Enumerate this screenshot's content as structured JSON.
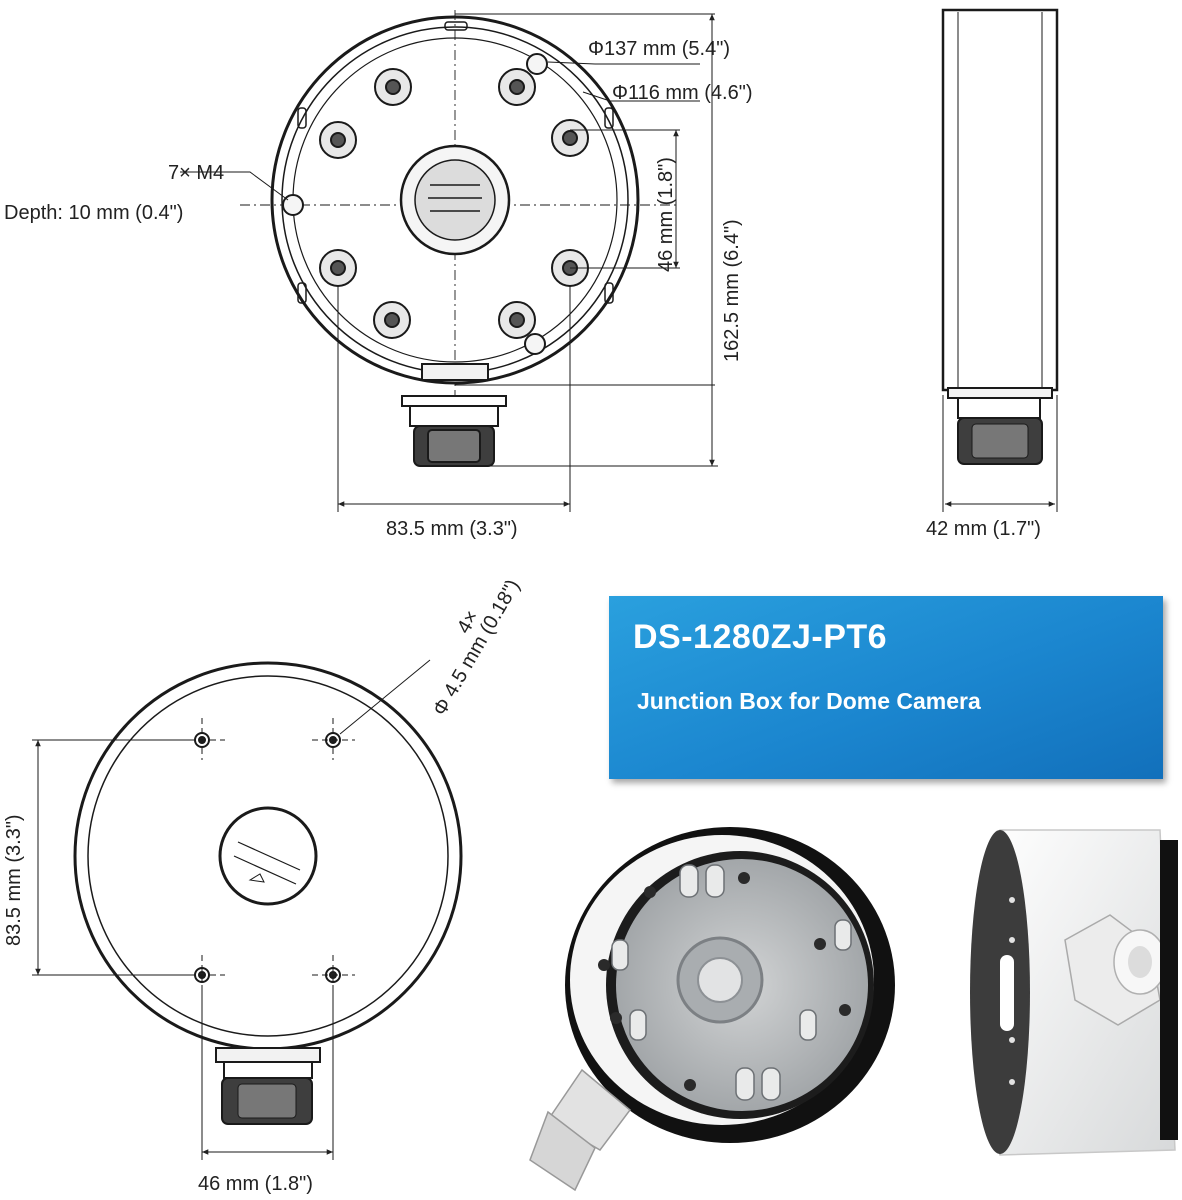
{
  "banner": {
    "model": "DS-1280ZJ-PT6",
    "subtitle": "Junction Box for Dome Camera",
    "color_top": "#2aa0de",
    "color_bottom": "#1270bb"
  },
  "dimensions": {
    "outer_diameter": "Φ137 mm (5.4\")",
    "inner_diameter": "Φ116 mm (4.6\")",
    "screws": "7× M4",
    "depth": "Depth: 10 mm (0.4\")",
    "height_front": "162.5 mm (6.4\")",
    "hole_offset_vertical": "46 mm (1.8\")",
    "hole_spacing_front": "83.5 mm (3.3\")",
    "side_depth": "42 mm (1.7\")",
    "mount_holes_count": "4×",
    "mount_hole_diameter": "Φ 4.5 mm (0.18\")",
    "back_vertical_spacing": "83.5 mm (3.3\")",
    "back_horizontal_spacing": "46 mm (1.8\")"
  },
  "colors": {
    "line": "#1a1a1a",
    "metal": "#b9bcbe",
    "gasket": "#454545",
    "box_white": "#f1f1f1"
  }
}
